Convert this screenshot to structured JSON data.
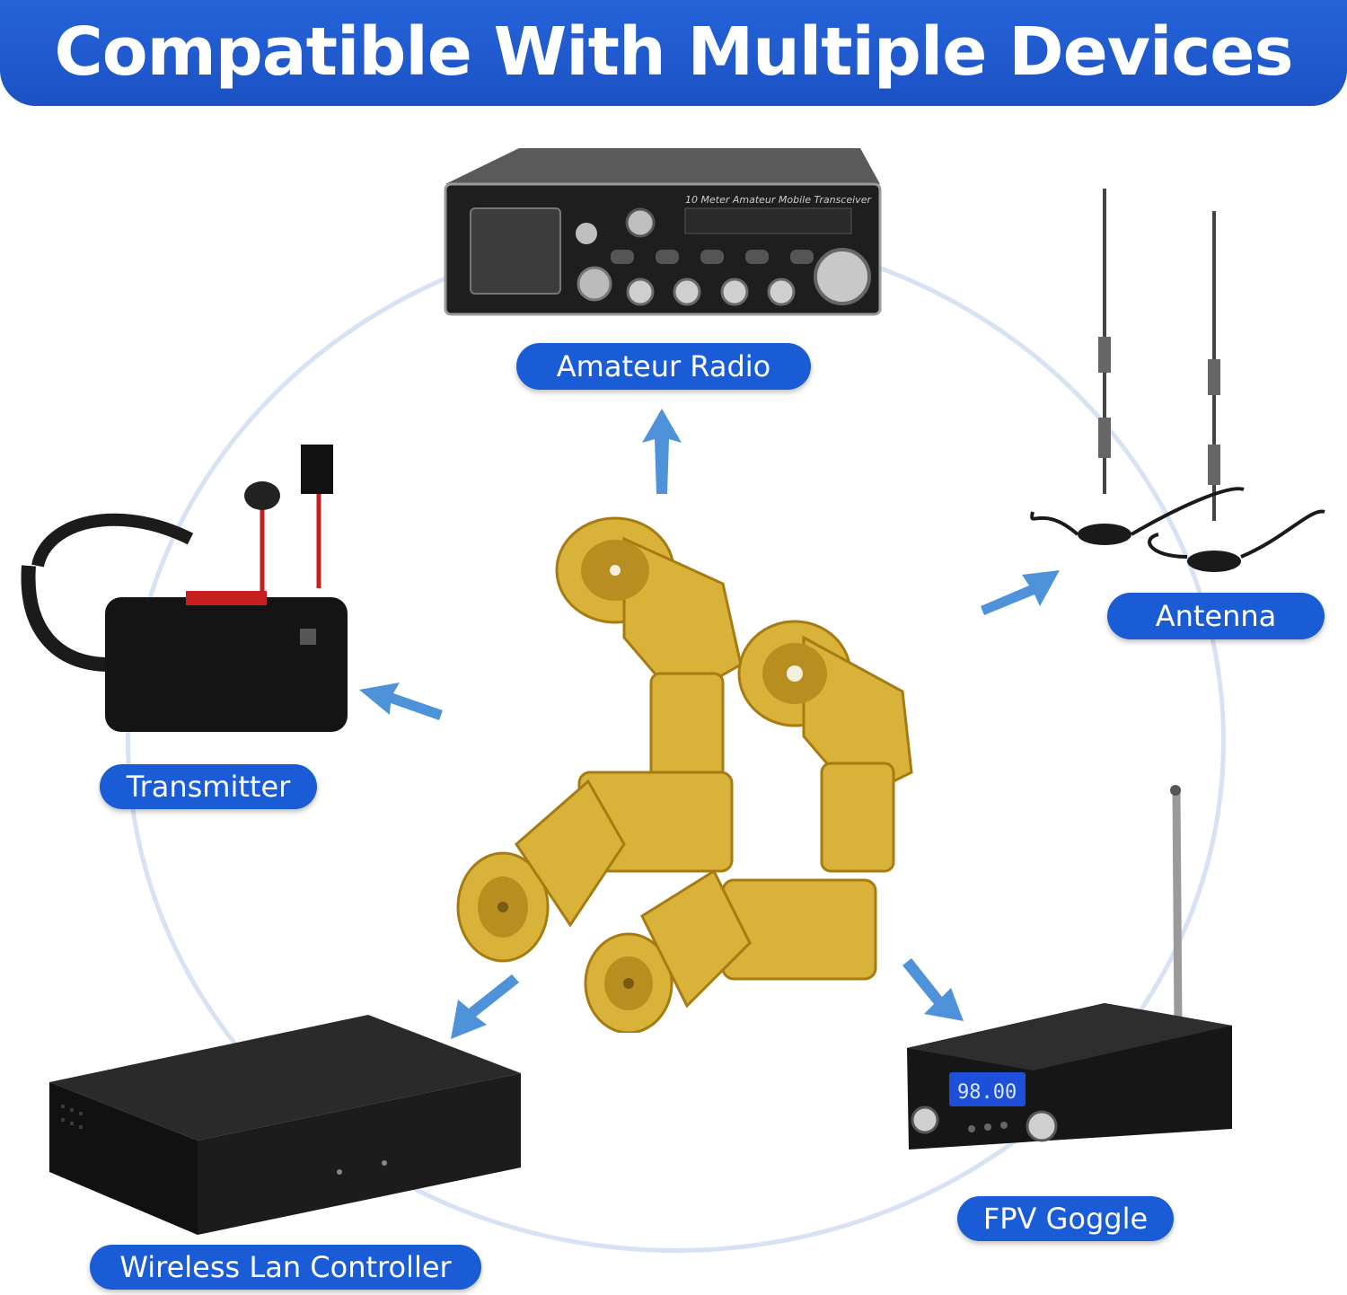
{
  "banner": {
    "title": "Compatible With Multiple Devices"
  },
  "devices": {
    "amateur_radio": {
      "label": "Amateur Radio",
      "panel_text": "10 Meter Amateur Mobile Transceiver"
    },
    "antenna": {
      "label": "Antenna"
    },
    "transmitter": {
      "label": "Transmitter"
    },
    "fpv_goggle": {
      "label": "FPV Goggle",
      "display_text": "98.00"
    },
    "wireless_lan_controller": {
      "label": "Wireless Lan Controller"
    }
  },
  "colors": {
    "accent": "#1a5bd6",
    "ring": "#d7e2f4",
    "gold": "#d9b23a"
  }
}
